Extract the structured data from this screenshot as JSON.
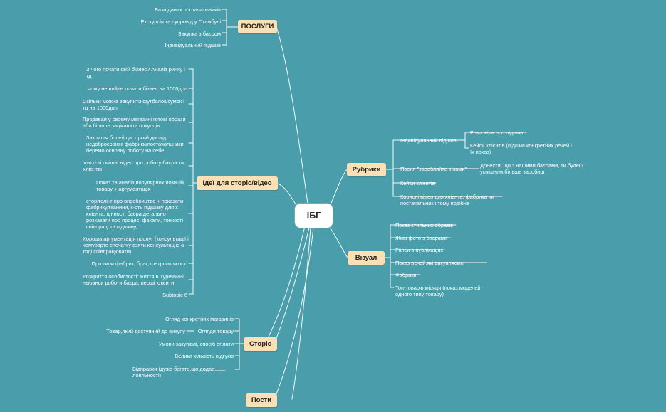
{
  "center": {
    "label": "ІБГ"
  },
  "services": {
    "label": "ПОСЛУГИ",
    "items": [
      "База даних постачальників",
      "Екскурсія та супровід у Стамбулі",
      "Закупка з баєром",
      "Індивідуальний підшив"
    ]
  },
  "stories_ideas": {
    "label": "Ідеї для сторіс/відео",
    "items": [
      "З чого почати свій бізнес? Аналіз ринку і тд",
      "Чому не вийде почати бізнес на 1000дол",
      "Скільки можна закупити футболок/сумок і тд на 1000дол",
      "Продавай у своєму магазині готові образи аби більше зацікавити покупців",
      "Закриття болей ца: гіркий досвід, недобросовісні фабрики/постачальники, беремо основну роботу на себе",
      "життєві смішні відео про роботу баєра та клієнтів",
      "Показ та аналіз популярних позицій товару + аргументація",
      "сторітелінг про виробництво + показати фабрику,тканини, к-сть підшиву для х клієнта, цінності баєра,детально розказати про процес, факапи, тонкості співпраці та підшиву,",
      "Хороша аргументація послуг (консультації і чомуварто спочатку взяти консультацію а тоді співпрацювати)",
      "Про типи фабрик, брак,контроль якості",
      "Розкриття особистості: життя в Туреччині, ньюанси роботи баєра, перші клієнти",
      "Subtopic 6"
    ]
  },
  "rubrics": {
    "label": "Рубрики",
    "individual": {
      "label": "Індивідуальний підшив",
      "children": [
        "Розповідь про підшив",
        "Кейси клієнтів (підшив конкретних речей і їх показ)"
      ]
    },
    "earn": {
      "label": "Посил \"заробляйте з нами\"",
      "child": "Донести, що з нашими баєрами, ти будеш успішним,більше заробиш"
    },
    "cases": "Кейси клієнтів",
    "useful": "Корисні відео для клієнта: фабрика чи постачальник і тому подібне"
  },
  "visual": {
    "label": "Візуал",
    "items": [
      "Показ стильних образів",
      "Живі фото з баєрами",
      "Ріілси в публікаціях",
      "Показ речей,які викупляємо",
      "Фабрики",
      "Топ-товарів місяця (показ моделей одного типу товару)"
    ]
  },
  "storis": {
    "label": "Сторіс",
    "items": [
      "Огляд конкретних магазинів",
      "Огляди товару",
      "Умови закупівлі, спосіб оплати",
      "Велика кількість відгуків",
      "Відправки (дуже багато,що додає лояльності)"
    ],
    "sub": "Товар,який доступний до викупу"
  },
  "posts": {
    "label": "Пости"
  }
}
